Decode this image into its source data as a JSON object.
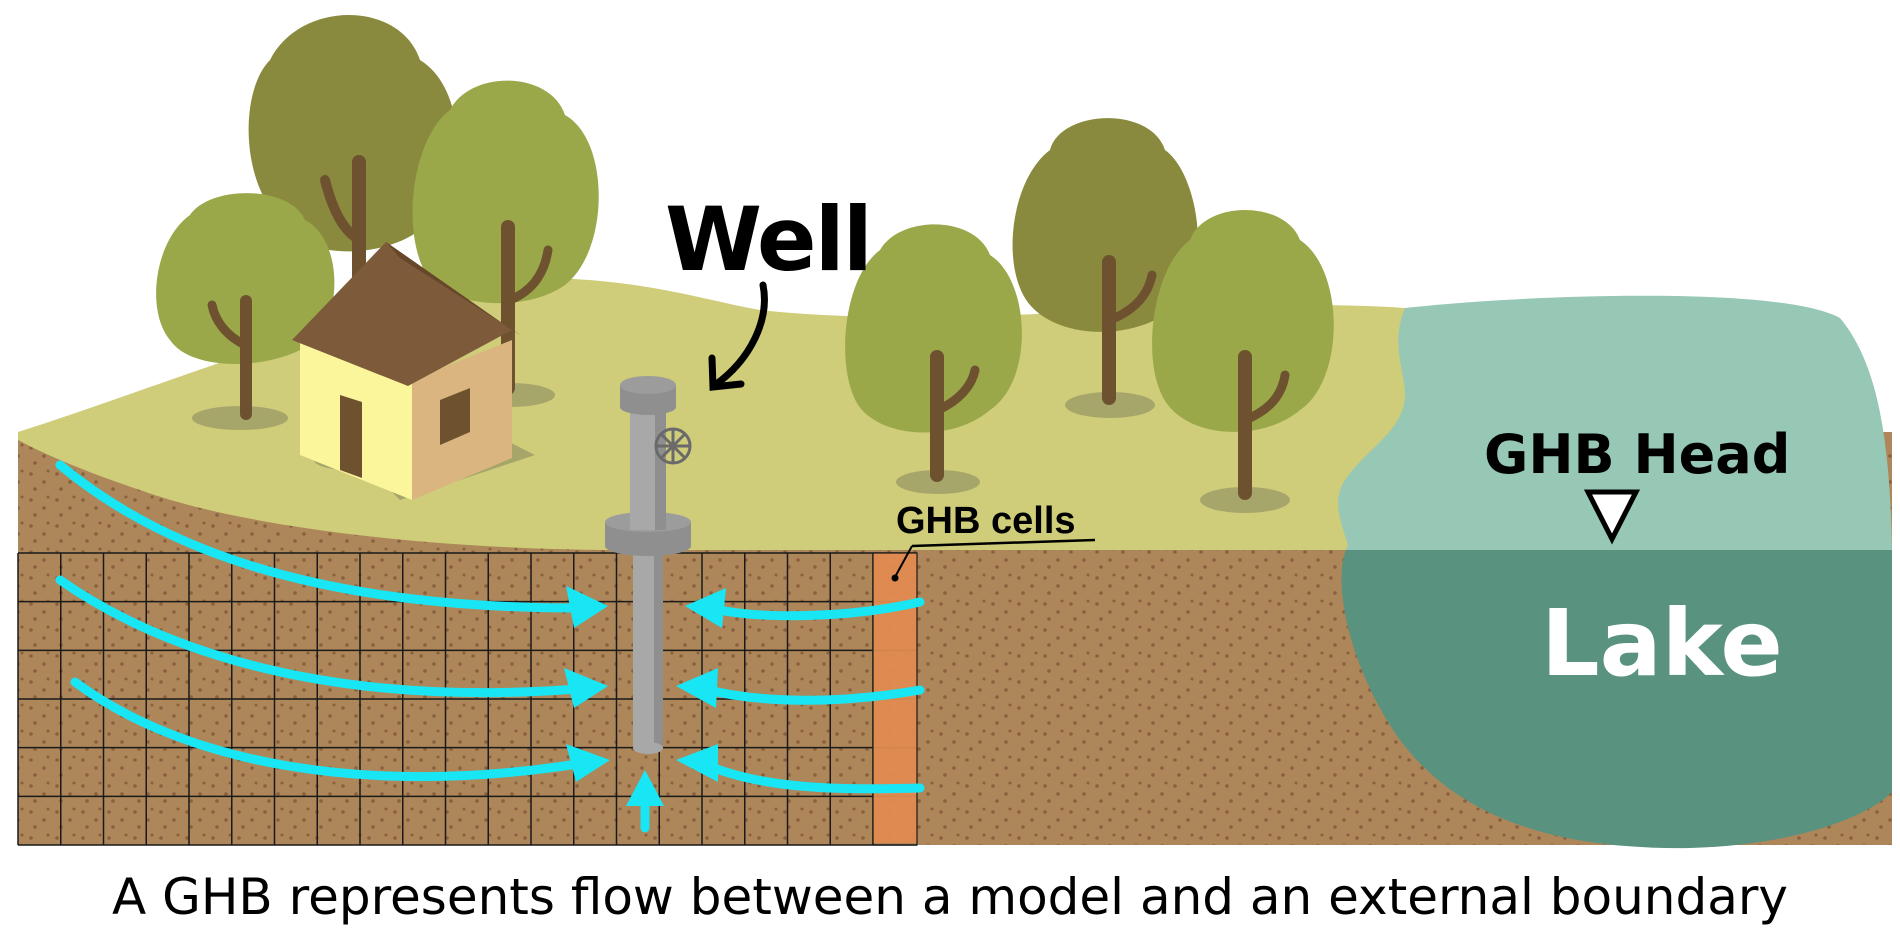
{
  "labels": {
    "well": "Well",
    "ghb_cells": "GHB cells",
    "ghb_head": "GHB Head",
    "lake": "Lake"
  },
  "caption": "A GHB represents flow between a model and an external boundary",
  "colors": {
    "soil": "#ad8659",
    "soil_dots": "#8a6040",
    "ground_surface": "#cfcc7a",
    "lake_upper": "#97c7b5",
    "lake_lower": "#5a9280",
    "ghb_cell": "#e08a50",
    "flow_arrow": "#19e6f5",
    "well_pipe": "#a8a8a8",
    "tree_dark": "#8a8a3f",
    "tree_light": "#9aa84a",
    "house_wall": "#fbf59c",
    "house_side": "#dab57f",
    "house_roof": "#7c5a3a"
  },
  "icons": [
    "tree-icon",
    "house-icon",
    "well-pipe-icon",
    "valve-wheel-icon",
    "water-level-triangle-icon",
    "curved-arrow-icon"
  ]
}
